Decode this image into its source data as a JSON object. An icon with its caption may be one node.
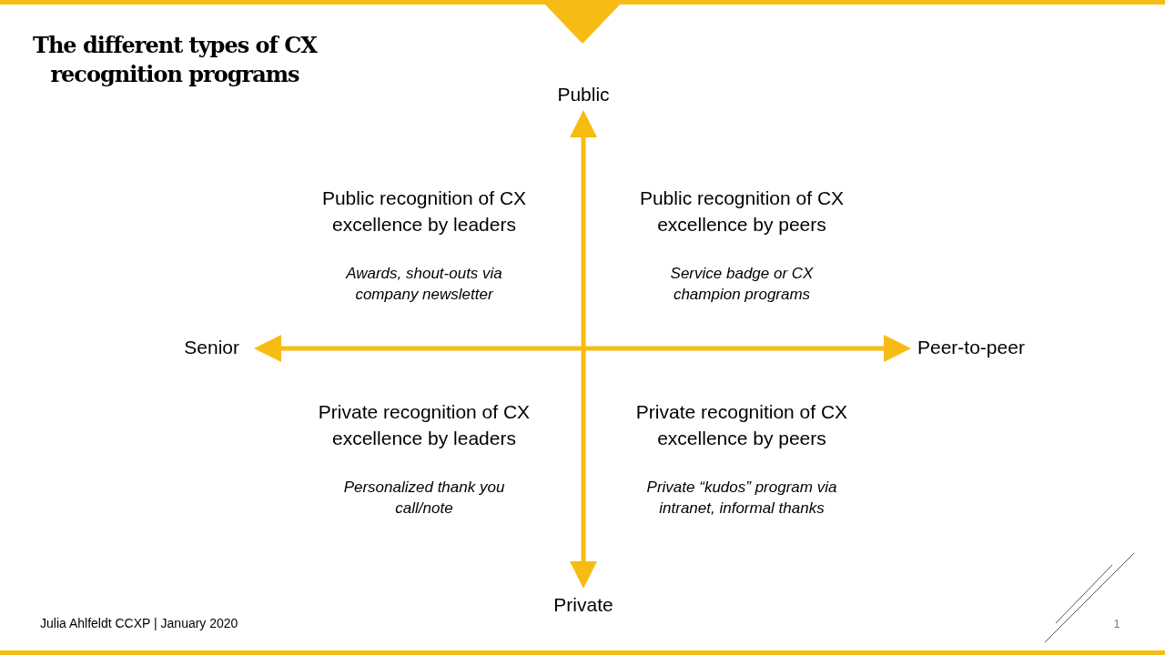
{
  "diagram": {
    "title": "The different types of CX recognition programs",
    "nodes": [
      {
        "text": [
          "Public recognition of CX excellence by leaders",
          "Awards, shout-outs via company newsletter"
        ]
      },
      {
        "text": [
          "Public recognition of CX excellence by peers",
          "Service badge or CX champion programs"
        ]
      },
      {
        "text": [
          "Private recognition of CX excellence by leaders",
          "Personalized thank you call/note"
        ]
      },
      {
        "text": [
          "Private recognition of CX excellence by peers",
          "Private “kudos” program via intranet, informal thanks"
        ]
      }
    ],
    "labels": [
      "Public",
      "Senior",
      "Peer-to-peer",
      "Private",
      "Julia Ahlfeldt CCXP  |  January 2020",
      "1"
    ]
  }
}
